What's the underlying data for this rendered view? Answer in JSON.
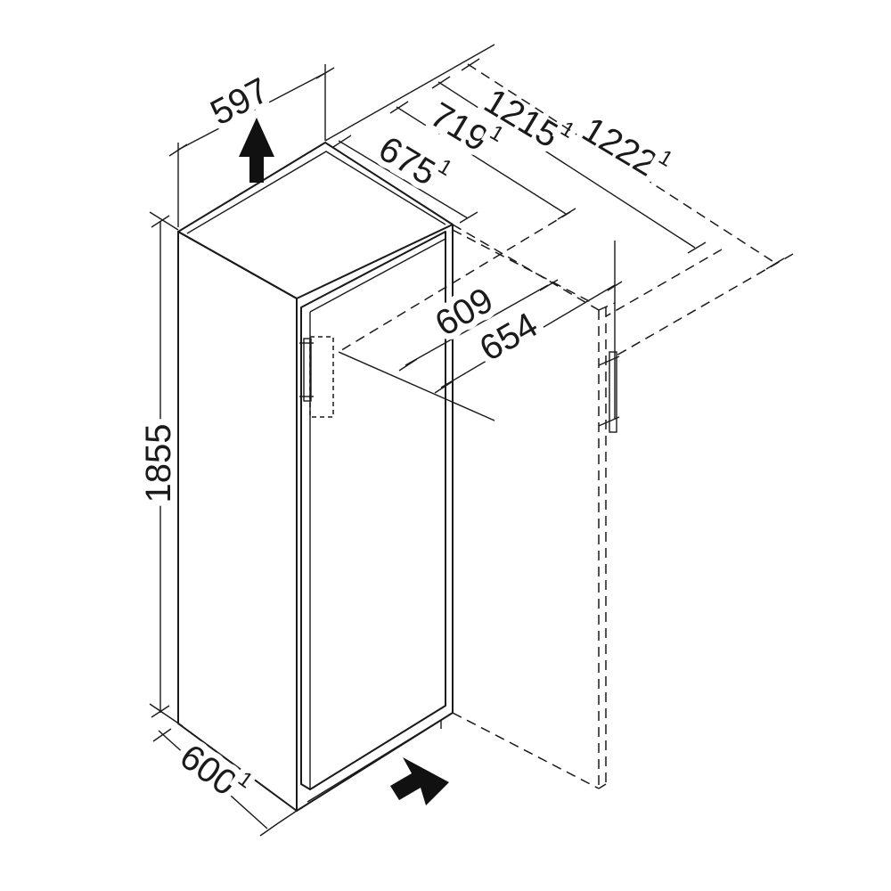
{
  "dimensions": {
    "width_597": {
      "value": "597",
      "note": ""
    },
    "depth_600": {
      "value": "600",
      "note": "1"
    },
    "height_1855": {
      "value": "1855",
      "note": ""
    },
    "depth_675": {
      "value": "675",
      "note": "1"
    },
    "depth_719": {
      "value": "719",
      "note": "1"
    },
    "depth_1215": {
      "value": "1215",
      "note": "1"
    },
    "depth_1222": {
      "value": "1222",
      "note": "1"
    },
    "width_609": {
      "value": "609",
      "note": ""
    },
    "width_654": {
      "value": "654",
      "note": ""
    }
  },
  "icons": {
    "top_arrow": "ventilation-up-arrow-icon",
    "front_arrow": "air-intake-arrow-icon"
  },
  "colors": {
    "line": "#1a1a1a",
    "background": "#ffffff"
  }
}
